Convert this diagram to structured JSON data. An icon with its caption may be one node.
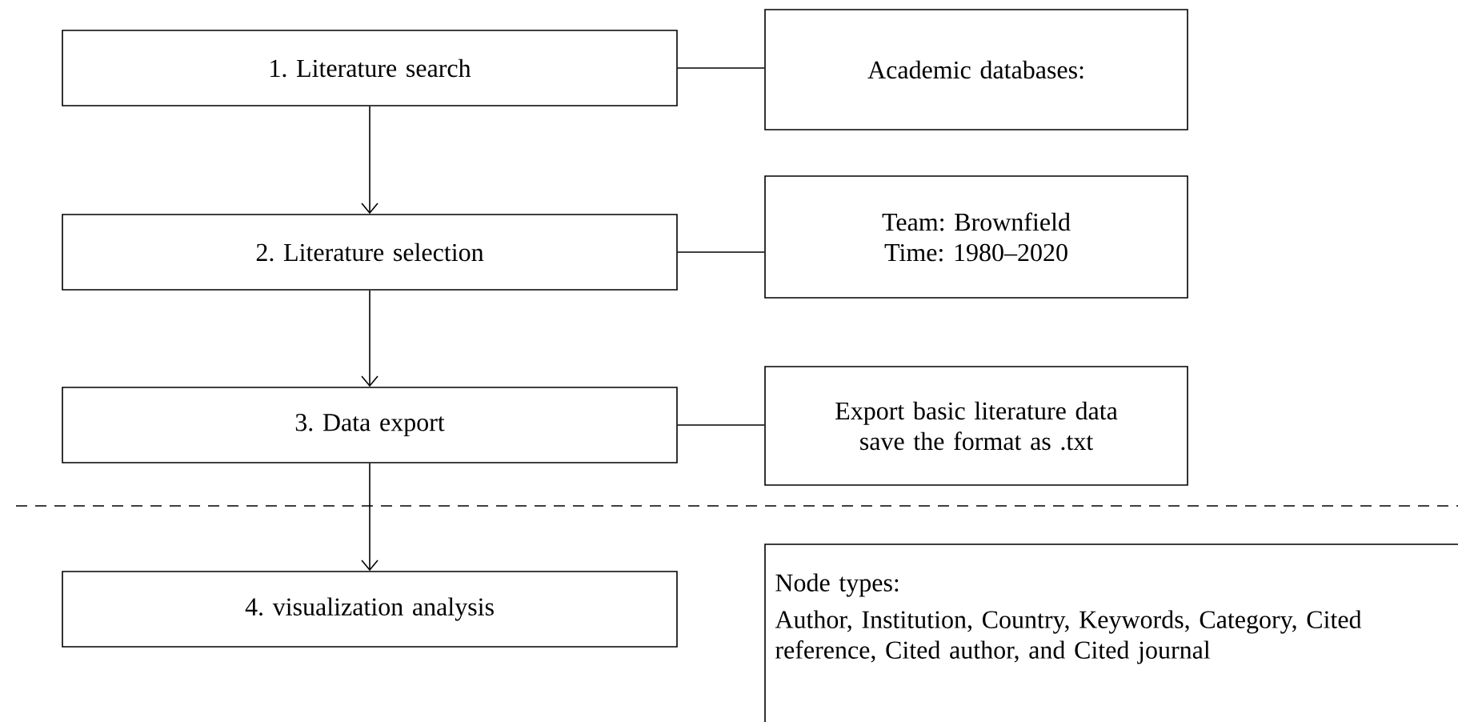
{
  "diagram": {
    "nodes": [
      {
        "text": [
          "1. Literature search"
        ]
      },
      {
        "text": [
          "Academic databases:"
        ]
      },
      {
        "text": [
          "2. Literature selection"
        ]
      },
      {
        "text": [
          "Team: Brownfield",
          "Time: 1980–2020"
        ]
      },
      {
        "text": [
          "3. Data export"
        ]
      },
      {
        "text": [
          "Export basic literature data save the format as .txt"
        ]
      },
      {
        "text": [
          "4. visualization analysis"
        ]
      },
      {
        "text": [
          "Node types:",
          "Author, Institution, Country, Keywords, Category, Cited reference, Cited author, and Cited journal"
        ]
      }
    ],
    "edges": [
      {
        "from": 0,
        "to": 2,
        "arrow": "to"
      },
      {
        "from": 2,
        "to": 4,
        "arrow": "to"
      },
      {
        "from": 4,
        "to": 6,
        "arrow": "to"
      },
      {
        "from": 0,
        "to": 1,
        "arrow": "none"
      },
      {
        "from": 2,
        "to": 3,
        "arrow": "none"
      },
      {
        "from": 4,
        "to": 5,
        "arrow": "none"
      }
    ]
  }
}
